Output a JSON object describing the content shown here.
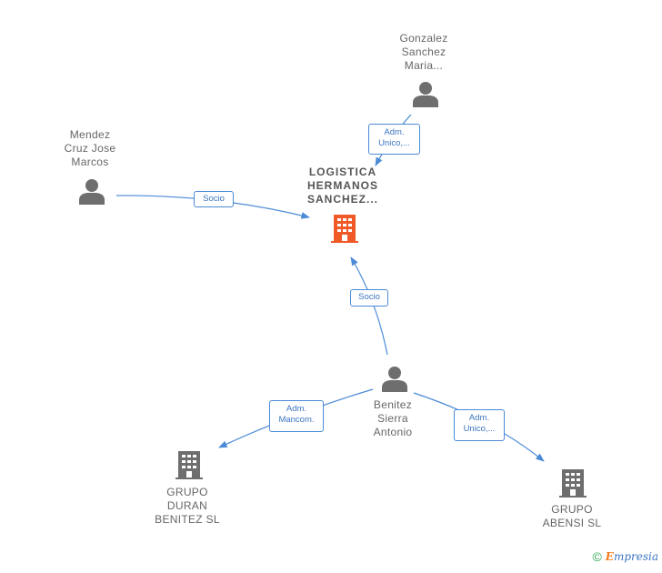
{
  "nodes": {
    "center": {
      "lines": [
        "LOGISTICA",
        "HERMANOS",
        "SANCHEZ..."
      ]
    },
    "gonzalez": {
      "lines": [
        "Gonzalez",
        "Sanchez",
        "Maria..."
      ]
    },
    "mendez": {
      "lines": [
        "Mendez",
        "Cruz Jose",
        "Marcos"
      ]
    },
    "benitez": {
      "lines": [
        "Benitez",
        "Sierra",
        "Antonio"
      ]
    },
    "grupo_duran": {
      "lines": [
        "GRUPO",
        "DURAN",
        "BENITEZ  SL"
      ]
    },
    "grupo_abensi": {
      "lines": [
        "GRUPO",
        "ABENSI  SL"
      ]
    }
  },
  "edges": {
    "gonzalez_center": {
      "lines": [
        "Adm.",
        "Unico,..."
      ]
    },
    "mendez_center": {
      "lines": [
        "Socio"
      ]
    },
    "benitez_center": {
      "lines": [
        "Socio"
      ]
    },
    "benitez_duran": {
      "lines": [
        "Adm.",
        "Mancom."
      ]
    },
    "benitez_abensi": {
      "lines": [
        "Adm.",
        "Unico,..."
      ]
    }
  },
  "colors": {
    "edge": "#4a8ad6",
    "person_icon": "#6e6e6e",
    "company_icon": "#6e6e6e",
    "center_icon": "#f05a28"
  },
  "footer": {
    "copyright": "©",
    "brand_first": "E",
    "brand_rest": "mpresia"
  }
}
